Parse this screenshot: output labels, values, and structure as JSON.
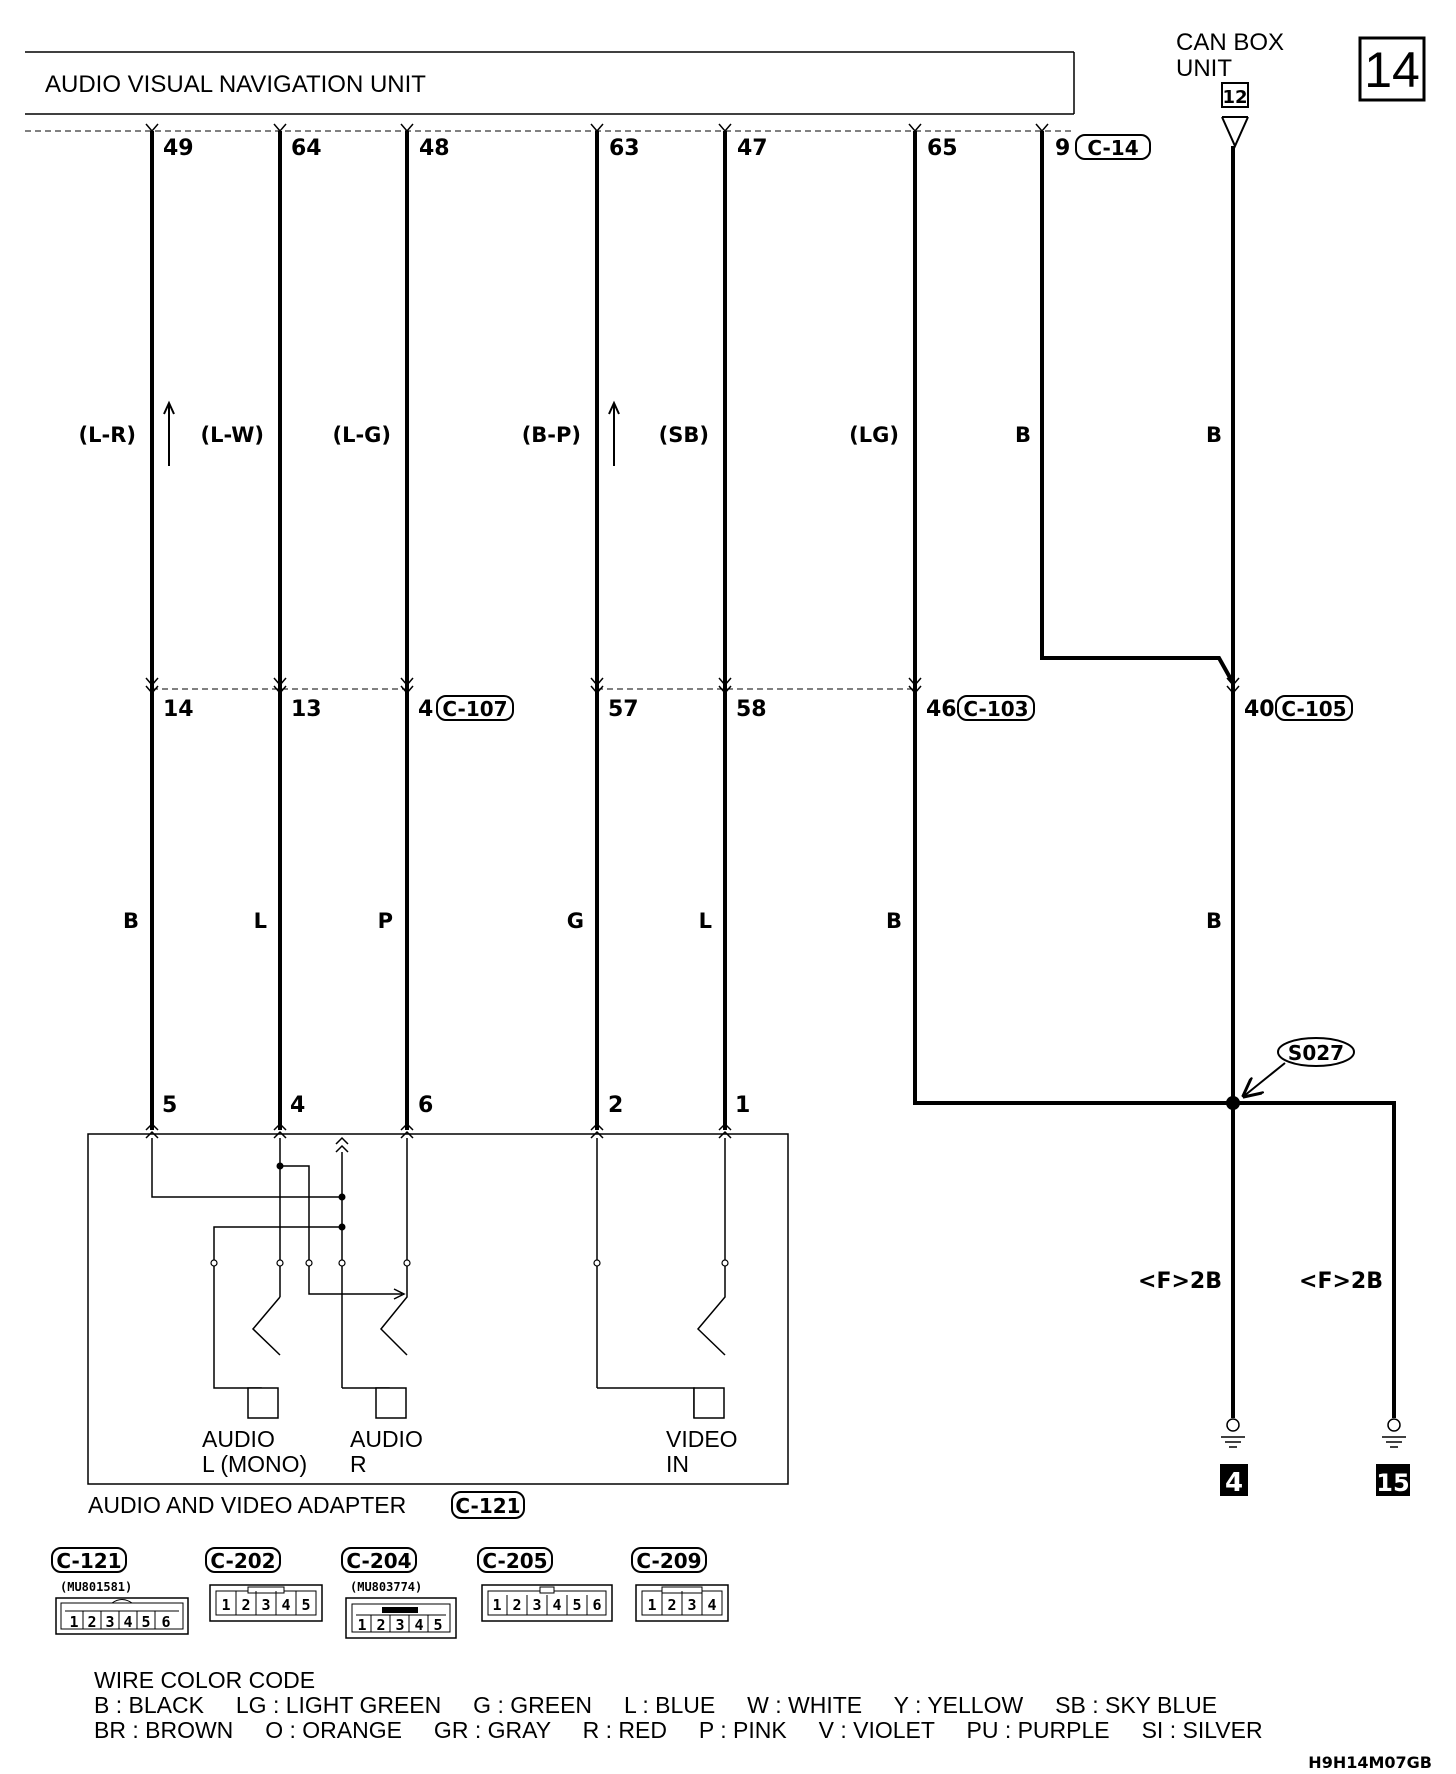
{
  "page_number": "14",
  "doc_code": "H9H14M07GB",
  "units": {
    "avnu_title": "AUDIO VISUAL NAVIGATION UNIT",
    "can_box_line1": "CAN BOX",
    "can_box_line2": "UNIT",
    "can_box_pin": "12",
    "adapter_title": "AUDIO AND VIDEO ADAPTER",
    "adapter_connector": "C-121"
  },
  "top_pins": [
    "49",
    "64",
    "48",
    "63",
    "47",
    "65",
    "9"
  ],
  "top_pin9_connector": "C-14",
  "upper_wire_colors": [
    "(L-R)",
    "(L-W)",
    "(L-G)",
    "(B-P)",
    "(SB)",
    "(LG)",
    "B",
    "B"
  ],
  "mid_pins": [
    "14",
    "13",
    "4",
    "57",
    "58",
    "46",
    "40"
  ],
  "mid_connectors": [
    "C-107",
    "C-103",
    "C-105"
  ],
  "lower_wire_colors": [
    "B",
    "L",
    "P",
    "G",
    "L",
    "B",
    "B"
  ],
  "adapter_pins": [
    "5",
    "4",
    "6",
    "2",
    "1"
  ],
  "splice": "S027",
  "ground_wire_labels": [
    "<F>2B",
    "<F>2B"
  ],
  "ground_refs": [
    "4",
    "15"
  ],
  "jacks": [
    {
      "line1": "AUDIO",
      "line2": "L (MONO)"
    },
    {
      "line1": "AUDIO",
      "line2": "R"
    },
    {
      "line1": "VIDEO",
      "line2": "IN"
    }
  ],
  "connector_diagrams": [
    {
      "id": "C-121",
      "part": "(MU801581)",
      "pins": [
        "1",
        "2",
        "3",
        "4",
        "5",
        "6"
      ]
    },
    {
      "id": "C-202",
      "part": "",
      "pins": [
        "1",
        "2",
        "3",
        "4",
        "5"
      ]
    },
    {
      "id": "C-204",
      "part": "(MU803774)",
      "pins": [
        "1",
        "2",
        "3",
        "4",
        "5"
      ]
    },
    {
      "id": "C-205",
      "part": "",
      "pins": [
        "1",
        "2",
        "3",
        "4",
        "5",
        "6"
      ]
    },
    {
      "id": "C-209",
      "part": "",
      "pins": [
        "1",
        "2",
        "3",
        "4"
      ]
    }
  ],
  "wire_color_code": {
    "title": "WIRE COLOR CODE",
    "line1": "B : BLACK     LG : LIGHT GREEN     G : GREEN     L : BLUE     W : WHITE     Y : YELLOW     SB : SKY BLUE",
    "line2": "BR : BROWN     O : ORANGE     GR : GRAY     R : RED     P : PINK     V : VIOLET     PU : PURPLE     SI : SILVER"
  }
}
